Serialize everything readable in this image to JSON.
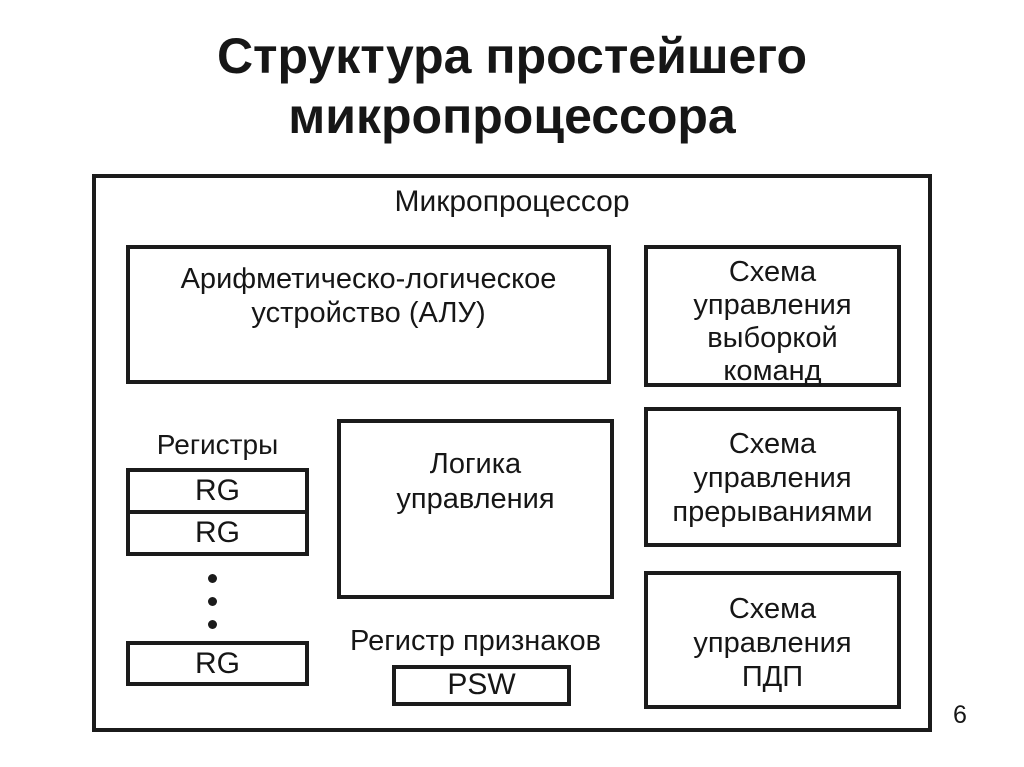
{
  "slide": {
    "title_lines": [
      "Структура простейшего",
      "микропроцессора"
    ],
    "page_number": "6"
  },
  "diagram": {
    "container_label": "Микропроцессор",
    "alu": {
      "lines": [
        "Арифметическо-логическое",
        "устройство (АЛУ)"
      ]
    },
    "fetch_control": {
      "lines": [
        "Схема",
        "управления",
        "выборкой",
        "команд"
      ]
    },
    "interrupt_control": {
      "lines": [
        "Схема",
        "управления",
        "прерываниями"
      ]
    },
    "dma_control": {
      "lines": [
        "Схема",
        "управления",
        "ПДП"
      ]
    },
    "registers": {
      "label": "Регистры",
      "items": [
        "RG",
        "RG",
        "RG"
      ],
      "ellipsis_icon": "vertical-ellipsis-dots"
    },
    "control_logic": {
      "lines": [
        "Логика",
        "управления"
      ]
    },
    "flags_register": {
      "label": "Регистр признаков",
      "value": "PSW"
    },
    "colors": {
      "border": "#1b1b1b",
      "background": "#ffffff",
      "text": "#161616"
    }
  }
}
